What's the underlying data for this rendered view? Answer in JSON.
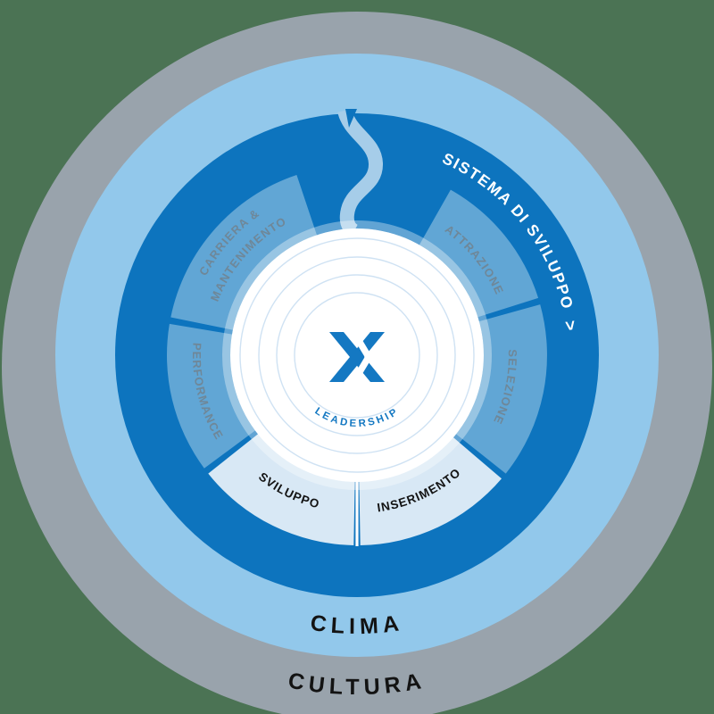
{
  "diagram_title": "talent-development-cycle",
  "colors": {
    "background": "#4b7354",
    "cultura_ring": "#99a3ac",
    "clima_ring": "#92c8eb",
    "sistema_ring": "#0d74be",
    "segment_blue": "#61a6d5",
    "segment_light": "#d8e8f5",
    "squiggle": "#a6cde9",
    "center_circle": "#ffffff",
    "inner_rings": "#cfe2f3",
    "logo_blue": "#1478c2"
  },
  "outer_rings": {
    "cultura": {
      "label": "CULTURA"
    },
    "clima": {
      "label": "CLIMA"
    },
    "sistema": {
      "label": "SISTEMA DI SVILUPPO",
      "arrow": ">"
    }
  },
  "segments": [
    {
      "id": "attrazione",
      "label": "ATTRAZIONE"
    },
    {
      "id": "selezione",
      "label": "SELEZIONE"
    },
    {
      "id": "inserimento",
      "label": "INSERIMENTO"
    },
    {
      "id": "sviluppo",
      "label": "SVILUPPO"
    },
    {
      "id": "performance",
      "label": "PERFORMANCE"
    },
    {
      "id": "carriera",
      "label_line1": "CARRIERA &",
      "label_line2": "MANTENIMENTO"
    }
  ],
  "center": {
    "logo": "x-logo",
    "label": "LEADERSHIP"
  }
}
